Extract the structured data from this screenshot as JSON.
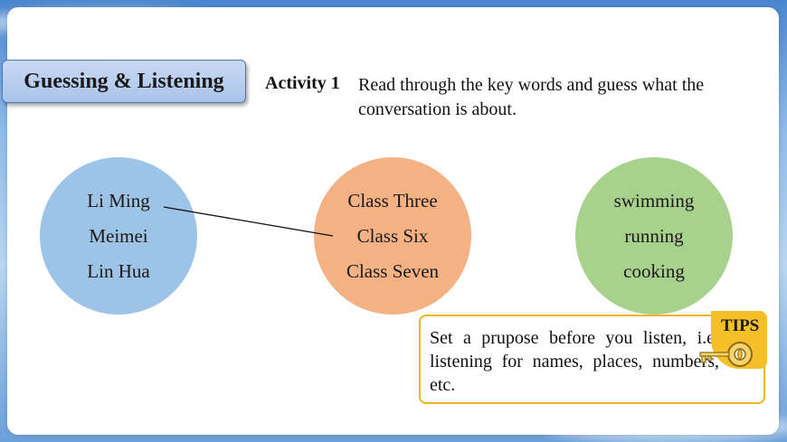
{
  "title": "Guessing & Listening",
  "activity": {
    "label": "Activity 1",
    "instruction": "Read through the key words and guess what the conversation is about."
  },
  "circles": {
    "names": [
      "Li Ming",
      "Meimei",
      "Lin Hua"
    ],
    "classes": [
      "Class Three",
      "Class Six",
      "Class Seven"
    ],
    "activities": [
      "swimming",
      "running",
      "cooking"
    ]
  },
  "tips": {
    "label": "TIPS",
    "text": "Set a prupose before you listen, i.e. listening for names, places, numbers, etc."
  },
  "colors": {
    "names_circle": "#9dc3e6",
    "classes_circle": "#f4b183",
    "activities_circle": "#a9d18e",
    "title_box": "#a9c3ea",
    "tips_accent": "#f0b323"
  },
  "icons": [
    "key-icon"
  ]
}
